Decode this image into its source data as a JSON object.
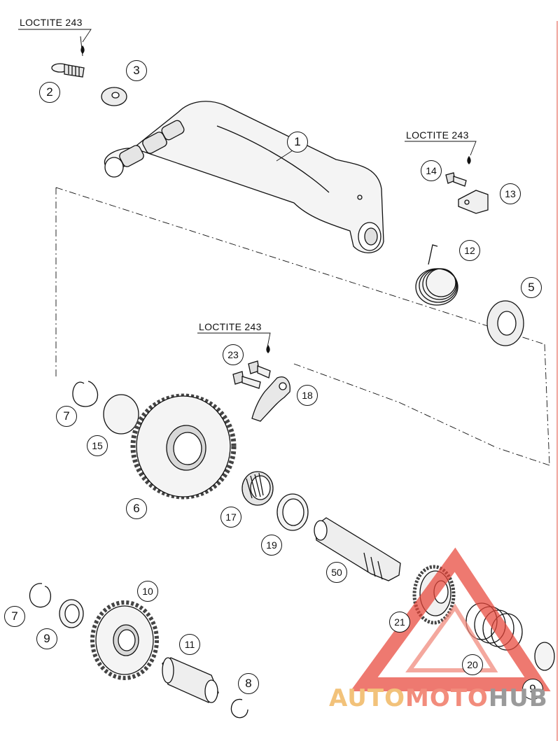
{
  "loctite_labels": [
    "LOCTITE 243",
    "LOCTITE 243",
    "LOCTITE 243"
  ],
  "callouts": {
    "c1": "1",
    "c2": "2",
    "c3": "3",
    "c5": "5",
    "c6": "6",
    "c7a": "7",
    "c7b": "7",
    "c8": "8",
    "c9a": "9",
    "c9b": "9",
    "c10": "10",
    "c11": "11",
    "c12": "12",
    "c13": "13",
    "c14": "14",
    "c15": "15",
    "c17": "17",
    "c18": "18",
    "c19": "19",
    "c20": "20",
    "c21": "21",
    "c23": "23",
    "c50": "50"
  },
  "watermark": {
    "part1": "AUTO",
    "part2": "MOTO",
    "part3": "HUB"
  },
  "colors": {
    "line": "#111111",
    "part_fill": "#f4f4f4",
    "shade": "#c8c8c8",
    "watermark_red": "#e8463a",
    "watermark_orange": "#f2c27a"
  }
}
